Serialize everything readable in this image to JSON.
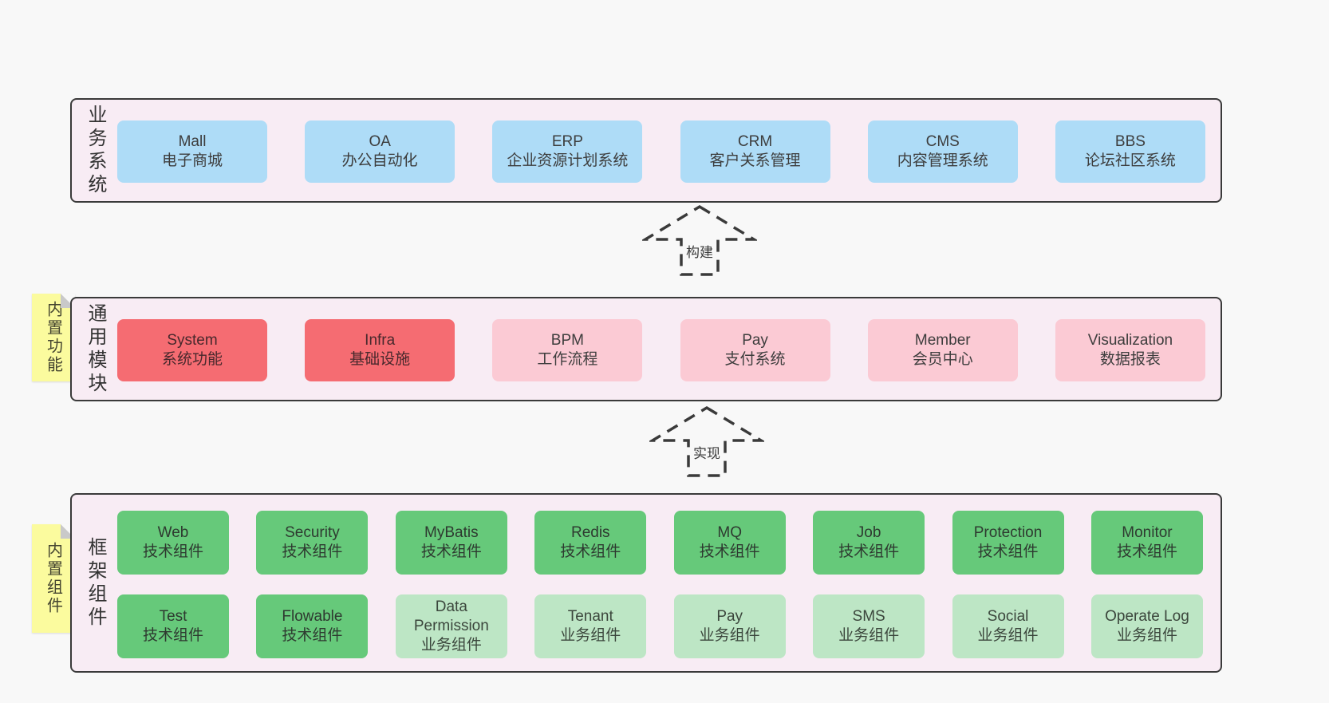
{
  "diagram": {
    "arrows": [
      {
        "label": "构建"
      },
      {
        "label": "实现"
      }
    ],
    "sections": [
      {
        "side_label": "业务系统",
        "boxes": [
          {
            "title": "Mall",
            "subtitle": "电子商城"
          },
          {
            "title": "OA",
            "subtitle": "办公自动化"
          },
          {
            "title": "ERP",
            "subtitle": "企业资源计划系统"
          },
          {
            "title": "CRM",
            "subtitle": "客户关系管理"
          },
          {
            "title": "CMS",
            "subtitle": "内容管理系统"
          },
          {
            "title": "BBS",
            "subtitle": "论坛社区系统"
          }
        ]
      },
      {
        "sticky_label": "内置功能",
        "side_label": "通用模块",
        "boxes": [
          {
            "title": "System",
            "subtitle": "系统功能"
          },
          {
            "title": "Infra",
            "subtitle": "基础设施"
          },
          {
            "title": "BPM",
            "subtitle": "工作流程"
          },
          {
            "title": "Pay",
            "subtitle": "支付系统"
          },
          {
            "title": "Member",
            "subtitle": "会员中心"
          },
          {
            "title": "Visualization",
            "subtitle": "数据报表"
          }
        ]
      },
      {
        "sticky_label": "内置组件",
        "side_label": "框架组件",
        "rows": [
          [
            {
              "title": "Web",
              "subtitle": "技术组件"
            },
            {
              "title": "Security",
              "subtitle": "技术组件"
            },
            {
              "title": "MyBatis",
              "subtitle": "技术组件"
            },
            {
              "title": "Redis",
              "subtitle": "技术组件"
            },
            {
              "title": "MQ",
              "subtitle": "技术组件"
            },
            {
              "title": "Job",
              "subtitle": "技术组件"
            },
            {
              "title": "Protection",
              "subtitle": "技术组件"
            },
            {
              "title": "Monitor",
              "subtitle": "技术组件"
            }
          ],
          [
            {
              "title": "Test",
              "subtitle": "技术组件"
            },
            {
              "title": "Flowable",
              "subtitle": "技术组件"
            },
            {
              "title": "Data Permission",
              "subtitle": "业务组件"
            },
            {
              "title": "Tenant",
              "subtitle": "业务组件"
            },
            {
              "title": "Pay",
              "subtitle": "业务组件"
            },
            {
              "title": "SMS",
              "subtitle": "业务组件"
            },
            {
              "title": "Social",
              "subtitle": "业务组件"
            },
            {
              "title": "Operate Log",
              "subtitle": "业务组件"
            }
          ]
        ]
      }
    ],
    "colors": {
      "page_bg": "#f8f8f8",
      "panel_bg": "#f8ecf4",
      "panel_border": "#3a3a3a",
      "box_blue": "#aedcf7",
      "box_red": "#f56c72",
      "box_pink": "#fbcad4",
      "box_green": "#66c97a",
      "box_light_green": "#bde6c5",
      "sticky_yellow": "#fbfb9e"
    }
  }
}
